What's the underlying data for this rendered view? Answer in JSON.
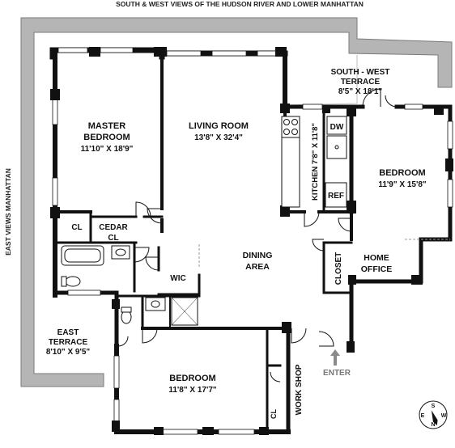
{
  "header": {
    "top_caption": "SOUTH & WEST VIEWS OF THE HUDSON RIVER AND LOWER MANHATTAN",
    "side_caption": "EAST VIEWS MANHATTAN"
  },
  "rooms": {
    "master_bedroom": {
      "name_1": "MASTER",
      "name_2": "BEDROOM",
      "size": "11'10\" X 18'9\""
    },
    "living_room": {
      "name": "LIVING ROOM",
      "size": "13'8\" X 32'4\""
    },
    "south_west_terrace": {
      "name_1": "SOUTH - WEST",
      "name_2": "TERRACE",
      "size": "8'5\" X 18'1\""
    },
    "kitchen": {
      "label": "KITCHEN 7'8\" X 11'8\""
    },
    "dw": "DW",
    "ref": "REF",
    "bedroom_east": {
      "name": "BEDROOM",
      "size": "11'9\" X 15'8\""
    },
    "cl_master": "CL",
    "cedar_cl": {
      "name_1": "CEDAR",
      "name_2": "CL"
    },
    "dining_area": {
      "name_1": "DINING",
      "name_2": "AREA"
    },
    "wic": "WIC",
    "closet": "CLOSET",
    "home_office": {
      "name_1": "HOME",
      "name_2": "OFFICE"
    },
    "east_terrace": {
      "name_1": "EAST",
      "name_2": "TERRACE",
      "size": "8'10\" X 9'5\""
    },
    "bedroom_south": {
      "name": "BEDROOM",
      "size": "11'8\" X 17'7\""
    },
    "work_shop": "WORK SHOP",
    "cl_workshop": "CL",
    "enter": "ENTER"
  },
  "compass": {
    "north": "N",
    "south": "S",
    "east": "E",
    "west": "W"
  },
  "colors": {
    "wall": "#111111",
    "terrace_border": "#9b9b9b",
    "enter_arrow": "#8a8a8a",
    "background": "#ffffff"
  }
}
